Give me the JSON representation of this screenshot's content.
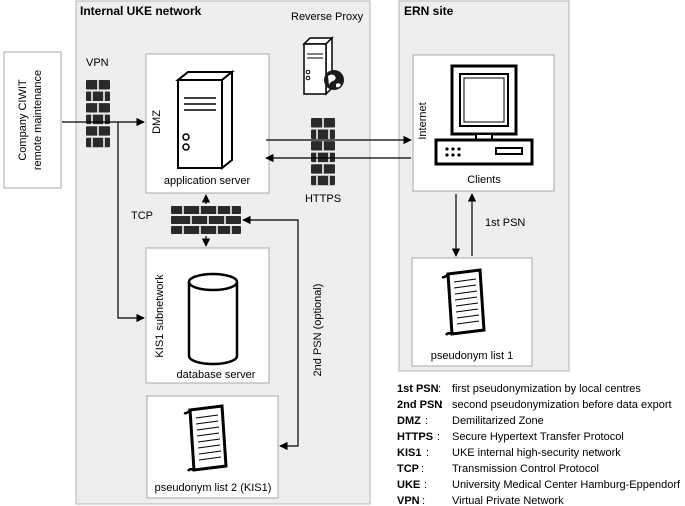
{
  "zones": {
    "internal": "Internal UKE network",
    "ern": "ERN site"
  },
  "company": {
    "line1": "Company CIWIT",
    "line2": "remote maintenance"
  },
  "labels": {
    "vpn": "VPN",
    "reverse_proxy": "Reverse Proxy",
    "dmz": "DMZ",
    "application_server": "application server",
    "internet": "Internet",
    "clients": "Clients",
    "https": "HTTPS",
    "tcp": "TCP",
    "first_psn": "1st PSN",
    "second_psn": "2nd PSN (optional)",
    "kis1_subnetwork": "KIS1 subnetwork",
    "database_server": "database server",
    "pseudonym_list_1": "pseudonym list 1",
    "pseudonym_list_2": "pseudonym list 2 (KIS1)"
  },
  "legend": [
    {
      "term": "1st PSN",
      "desc": "first pseudonymization by local centres"
    },
    {
      "term": "2nd PSN",
      "desc": "second pseudonymization before data export"
    },
    {
      "term": "DMZ",
      "desc": "Demilitarized Zone"
    },
    {
      "term": "HTTPS",
      "desc": "Secure Hypertext Transfer Protocol"
    },
    {
      "term": "KIS1",
      "desc": "UKE internal high-security network"
    },
    {
      "term": "TCP",
      "desc": "Transmission Control Protocol"
    },
    {
      "term": "UKE",
      "desc": "University Medical Center Hamburg-Eppendorf"
    },
    {
      "term": "VPN",
      "desc": "Virtual Private Network"
    }
  ],
  "colors": {
    "zone_fill": "#eeeeee",
    "zone_stroke": "#b5b5b5",
    "box_stroke": "#a8a8a8",
    "firewall": "#2a2a2a"
  }
}
